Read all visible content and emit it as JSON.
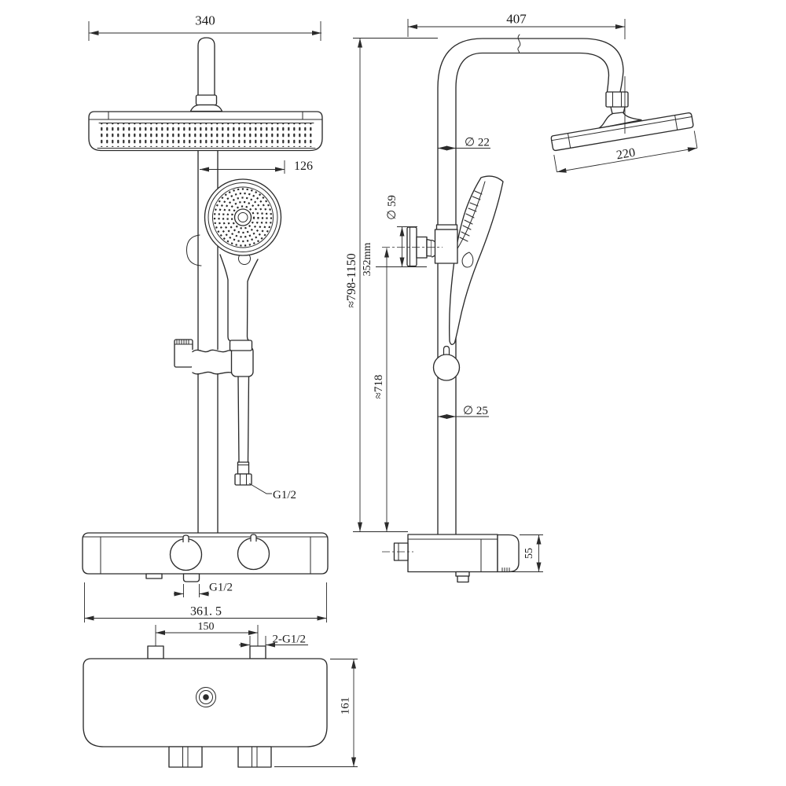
{
  "drawing_type": "technical-dimension-drawing",
  "product": "thermostatic shower column with rain head and hand shower",
  "colors": {
    "background": "#ffffff",
    "line": "#2b2b2b",
    "text": "#1a1a1a"
  },
  "views": {
    "front": "front view",
    "side": "side view",
    "bottom": "bottom view"
  },
  "dims": {
    "front_width": "340",
    "hand_shower_offset": "126",
    "hose_thread": "G1/2",
    "outlet_thread": "G1/2",
    "valve_width": "361. 5",
    "inlet_spacing": "150",
    "inlet_threads": "2-G1/2",
    "valve_depth": "161",
    "arm_reach": "407",
    "arm_diameter": "∅ 22",
    "head_diameter": "220",
    "flange_diameter": "∅ 59",
    "flange_height": "352mm",
    "total_height": "≈798-1150",
    "riser_height": "≈718",
    "riser_diameter": "∅ 25",
    "valve_body_height": "55"
  }
}
